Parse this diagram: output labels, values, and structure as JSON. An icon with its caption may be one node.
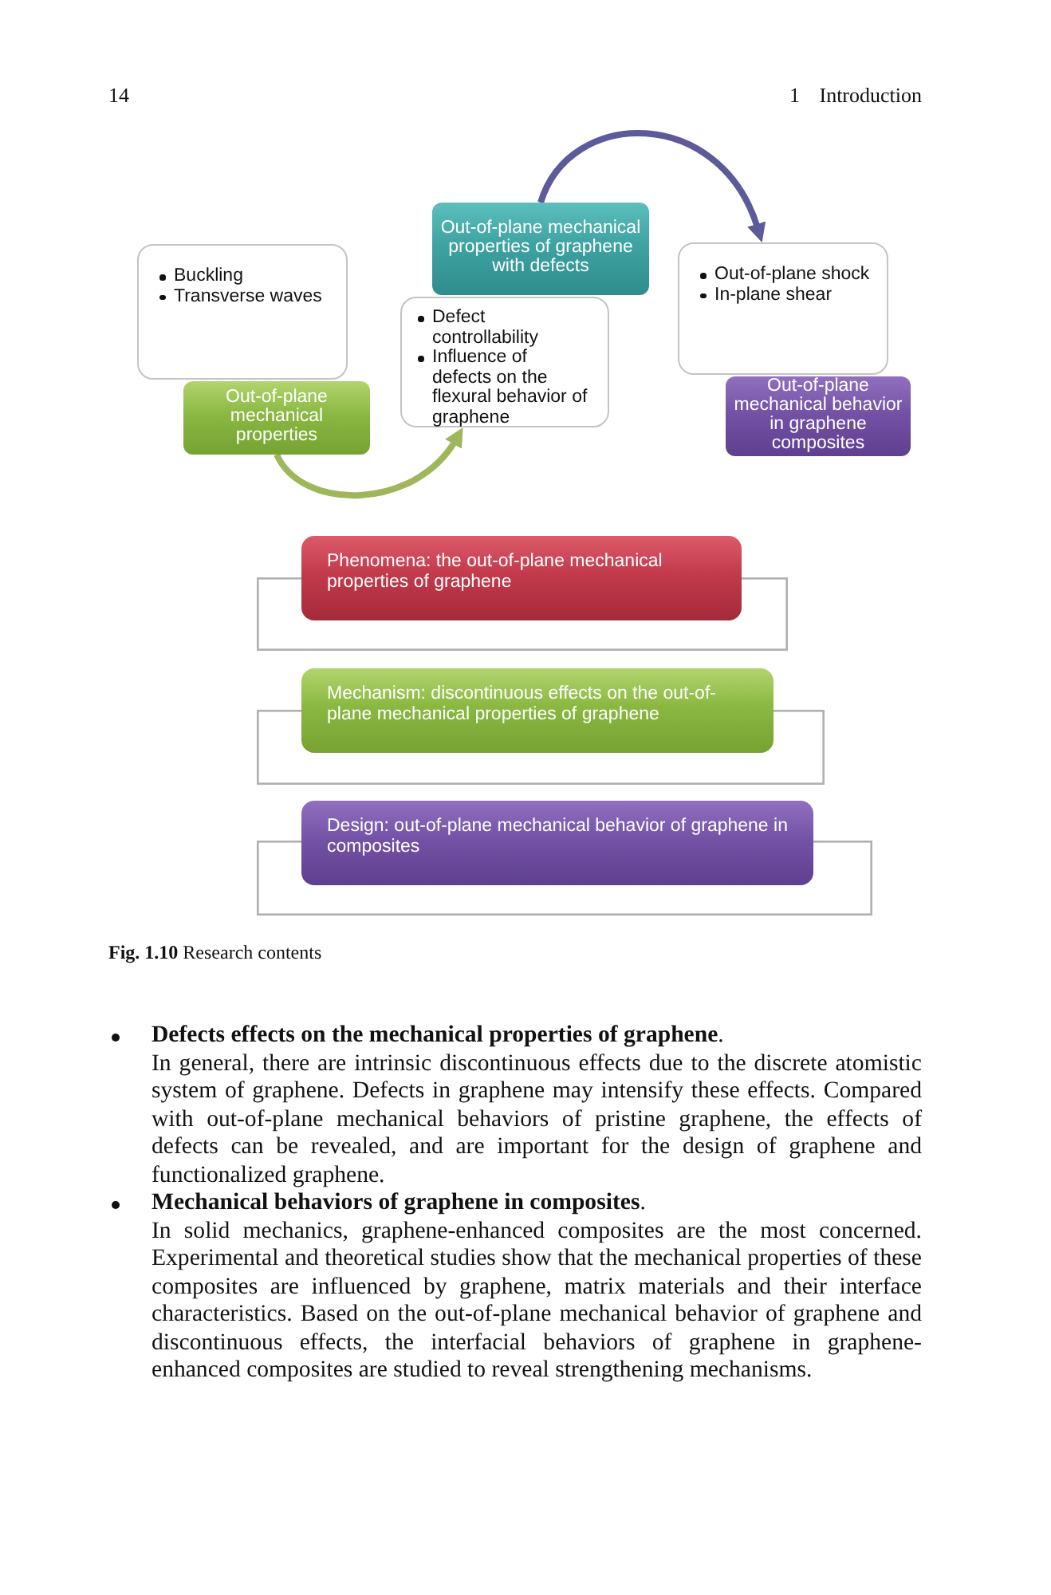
{
  "diagram": {
    "caption": "**Fig. 1.10** Research contents",
    "nodes": [
      {
        "text": [
          "Buckling",
          "Transverse waves"
        ]
      },
      {
        "text": [
          "Out-of-plane mechanical properties"
        ]
      },
      {
        "text": [
          "Out-of-plane mechanical properties of graphene with defects"
        ]
      },
      {
        "text": [
          "Defect controllability",
          "Influence of defects on the flexural behavior of graphene"
        ]
      },
      {
        "text": [
          "Out-of-plane shock",
          "In-plane shear"
        ]
      },
      {
        "text": [
          "Out-of-plane mechanical behavior in graphene composites"
        ]
      },
      {
        "text": [
          "Phenomena: the out-of-plane mechanical properties of graphene"
        ]
      },
      {
        "text": [
          "Mechanism: discontinuous effects on the out-of-plane mechanical properties of graphene"
        ]
      },
      {
        "text": [
          "Design: out-of-plane mechanical behavior of graphene in composites"
        ]
      }
    ],
    "edges": [
      {
        "from": 1,
        "to": 3,
        "arrow": "to",
        "color": "#9fb65a"
      },
      {
        "from": 2,
        "to": 4,
        "arrow": "to",
        "color": "#5d5a9c"
      }
    ],
    "labels": [
      "14",
      "1 Introduction",
      "**Defects effects on the mechanical properties of graphene**.",
      "In general, there are intrinsic discontinuous effects due to the discrete atomistic system of graphene. Defects in graphene may intensify these effects. Compared with out-of-plane mechanical behaviors of pristine graphene, the effects of defects can be revealed, and are important for the design of graphene and functionalized graphene.",
      "**Mechanical behaviors of graphene in composites**.",
      "In solid mechanics, graphene-enhanced composites are the most concerned. Experimental and theoretical studies show that the mechanical properties of these composites are influenced by graphene, matrix materials and their interface characteristics. Based on the out-of-plane mechanical behavior of graphene and discontinuous effects, the interfacial behaviors of graphene in graphene-enhanced composites are studied to reveal strengthening mechanisms."
    ]
  }
}
